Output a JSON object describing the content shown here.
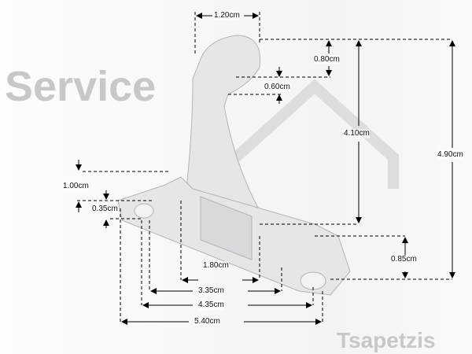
{
  "watermark": {
    "line1": "Service",
    "line2": "Tsapetzis"
  },
  "dimensions": {
    "top_width": "1.20cm",
    "head_height": "0.80cm",
    "neck_offset": "0.60cm",
    "arm_height": "4.10cm",
    "total_height": "4.90cm",
    "left_step": "1.00cm",
    "base_thickness": "0.35cm",
    "slot_width": "1.80cm",
    "right_step": "0.85cm",
    "inner_length": "3.35cm",
    "hole_spacing": "4.35cm",
    "total_length": "5.40cm"
  }
}
